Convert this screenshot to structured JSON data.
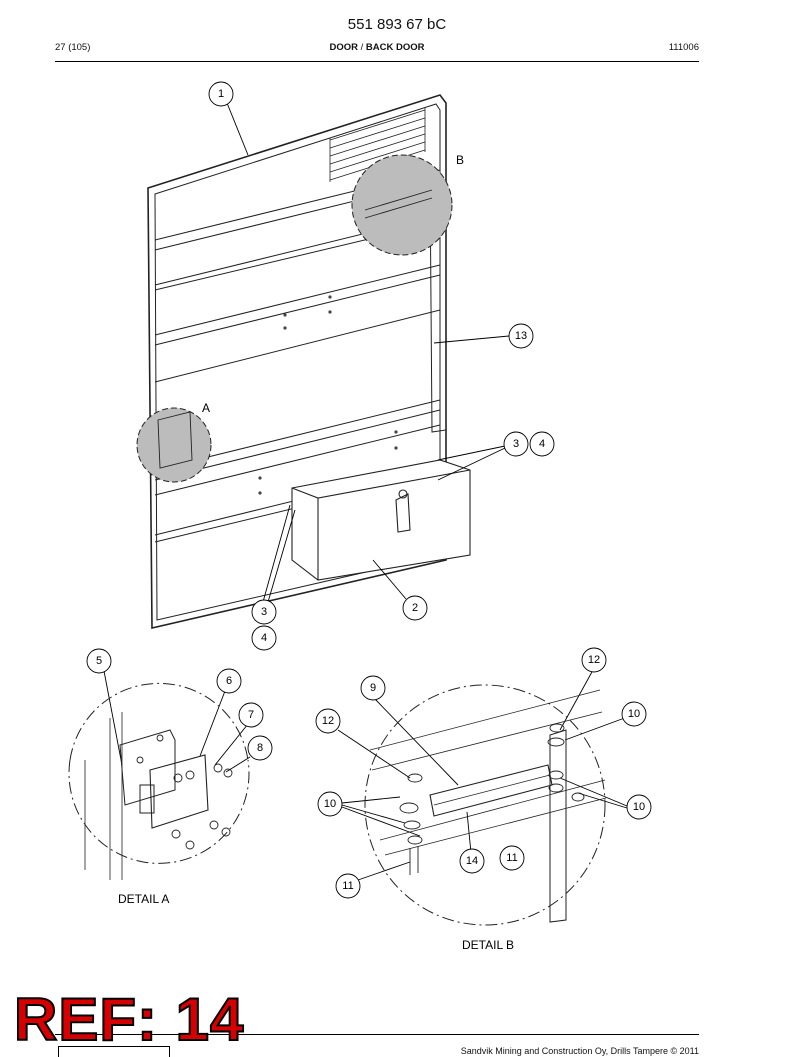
{
  "header": {
    "doc_number": "551 893 67 bC",
    "page": "27 (105)",
    "section_part1": "DOOR",
    "section_sep": " / ",
    "section_part2": "BACK DOOR",
    "date_code": "111006"
  },
  "detail_labels": {
    "marker_a": "A",
    "marker_b": "B",
    "detail_a": "DETAIL A",
    "detail_b": "DETAIL B"
  },
  "callouts": {
    "c1": "1",
    "c2": "2",
    "c3a": "3",
    "c4a": "4",
    "c3b": "3",
    "c4b": "4",
    "c13": "13",
    "c5": "5",
    "c6": "6",
    "c7": "7",
    "c8": "8",
    "c9": "9",
    "c12a": "12",
    "c12b": "12",
    "c10a": "10",
    "c10b": "10",
    "c10c": "10",
    "c11a": "11",
    "c11b": "11",
    "c14": "14"
  },
  "watermark": "REF: 14",
  "footer": {
    "copyright": "Sandvik Mining and Construction Oy, Drills Tampere © 2011"
  }
}
